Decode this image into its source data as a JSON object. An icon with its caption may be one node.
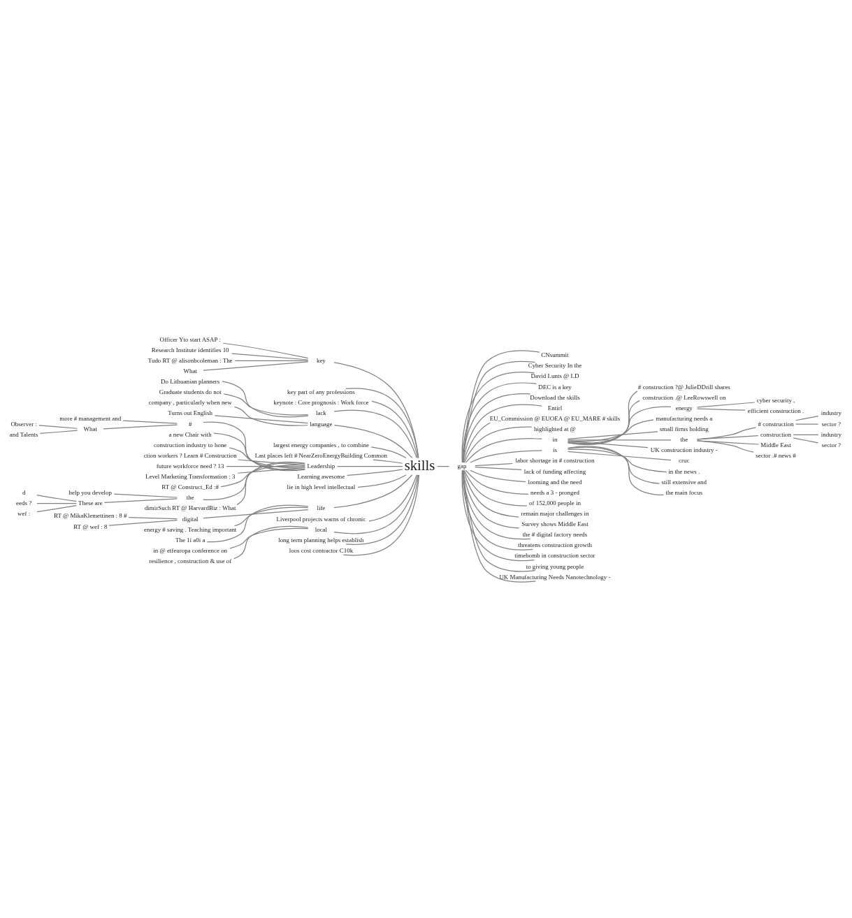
{
  "diagram": {
    "nodes": [
      {
        "text": [
          "Officer Yto start ASAP :"
        ]
      },
      {
        "text": [
          "Research Institute identifies 10"
        ]
      },
      {
        "text": [
          "Tudo RT @ alisonbcoleman : The"
        ]
      },
      {
        "text": [
          "What"
        ]
      },
      {
        "text": [
          "key"
        ]
      },
      {
        "text": [
          "key part of any professions"
        ]
      },
      {
        "text": [
          "keynote : Core prognosis : Work force"
        ]
      },
      {
        "text": [
          "Do Lithuanian planners"
        ]
      },
      {
        "text": [
          "Graduate students do not"
        ]
      },
      {
        "text": [
          "lack"
        ]
      },
      {
        "text": [
          "company , particularly when new"
        ]
      },
      {
        "text": [
          "Turns out English"
        ]
      },
      {
        "text": [
          "language"
        ]
      },
      {
        "text": [
          "largest energy companies , to combine"
        ]
      },
      {
        "text": [
          "Last places left # NearZeroEnergyBuilding Common"
        ]
      },
      {
        "text": [
          "more # management and"
        ]
      },
      {
        "text": [
          "Observer :"
        ]
      },
      {
        "text": [
          "and Talents"
        ]
      },
      {
        "text": [
          "What"
        ]
      },
      {
        "text": [
          "#"
        ]
      },
      {
        "text": [
          "a new Chair with"
        ]
      },
      {
        "text": [
          "construction industry to hone"
        ]
      },
      {
        "text": [
          "ction workers ? Learn # Construction"
        ]
      },
      {
        "text": [
          "future workforce need ? 13"
        ]
      },
      {
        "text": [
          "Level Marketing Transformation : 3"
        ]
      },
      {
        "text": [
          "RT @ Construct_Ed :#"
        ]
      },
      {
        "text": [
          "help you develop"
        ]
      },
      {
        "text": [
          "d"
        ]
      },
      {
        "text": [
          "eeds ?"
        ]
      },
      {
        "text": [
          "wef :"
        ]
      },
      {
        "text": [
          "These are"
        ]
      },
      {
        "text": [
          "the"
        ]
      },
      {
        "text": [
          "dimirSuch RT @ HarvardBiz : What"
        ]
      },
      {
        "text": [
          "Leadership"
        ]
      },
      {
        "text": [
          "Learning awesome"
        ]
      },
      {
        "text": [
          "lie in high level intellectual"
        ]
      },
      {
        "text": [
          "RT @ MikaKlemettinen : 8 #"
        ]
      },
      {
        "text": [
          "RT @ wef : 8"
        ]
      },
      {
        "text": [
          "digital"
        ]
      },
      {
        "text": [
          "energy # saving . Teaching important"
        ]
      },
      {
        "text": [
          "The 1i a0i a"
        ]
      },
      {
        "text": [
          "life"
        ]
      },
      {
        "text": [
          "Liverpool projects warns of chronic"
        ]
      },
      {
        "text": [
          "in @ etfeuropa conference on"
        ]
      },
      {
        "text": [
          "resilience , construction & use of"
        ]
      },
      {
        "text": [
          "local"
        ]
      },
      {
        "text": [
          "long term planning helps establish"
        ]
      },
      {
        "text": [
          "loos cost contractor C10k"
        ]
      },
      {
        "text": [
          "skills"
        ]
      },
      {
        "text": [
          "gap"
        ]
      },
      {
        "text": [
          "CNsummit"
        ]
      },
      {
        "text": [
          "Cyber Security In the"
        ]
      },
      {
        "text": [
          "David Lunts @ LD"
        ]
      },
      {
        "text": [
          "DEC is a key"
        ]
      },
      {
        "text": [
          "Download the skills"
        ]
      },
      {
        "text": [
          "Entirl"
        ]
      },
      {
        "text": [
          "EU_Commission @ EUOEA @ EU_MARE # skills"
        ]
      },
      {
        "text": [
          "highlighted at @"
        ]
      },
      {
        "text": [
          "in"
        ]
      },
      {
        "text": [
          "# construction ?@ JulieDDrill shares"
        ]
      },
      {
        "text": [
          "construction .@ LeeRowswell on"
        ]
      },
      {
        "text": [
          "energy"
        ]
      },
      {
        "text": [
          "cyber security ,"
        ]
      },
      {
        "text": [
          "efficient construction ."
        ]
      },
      {
        "text": [
          "manufacturing needs a"
        ]
      },
      {
        "text": [
          "small firms holding"
        ]
      },
      {
        "text": [
          "the"
        ]
      },
      {
        "text": [
          "# construction"
        ]
      },
      {
        "text": [
          "industry"
        ]
      },
      {
        "text": [
          "sector ?"
        ]
      },
      {
        "text": [
          "construction"
        ]
      },
      {
        "text": [
          "industry"
        ]
      },
      {
        "text": [
          "sector ?"
        ]
      },
      {
        "text": [
          "Middle East"
        ]
      },
      {
        "text": [
          "sector .# news #"
        ]
      },
      {
        "text": [
          "UK construction industry -"
        ]
      },
      {
        "text": [
          "is"
        ]
      },
      {
        "text": [
          "cruc"
        ]
      },
      {
        "text": [
          "in the news ."
        ]
      },
      {
        "text": [
          "still extensive and"
        ]
      },
      {
        "text": [
          "the main focus"
        ]
      },
      {
        "text": [
          "labor shortage in # construction"
        ]
      },
      {
        "text": [
          "lack of funding affecting"
        ]
      },
      {
        "text": [
          "looming and the need"
        ]
      },
      {
        "text": [
          "needs a 3 - pronged"
        ]
      },
      {
        "text": [
          "of 152,000 people in"
        ]
      },
      {
        "text": [
          "remain major challenges in"
        ]
      },
      {
        "text": [
          "Survey shows Middle East"
        ]
      },
      {
        "text": [
          "the # digital factory needs"
        ]
      },
      {
        "text": [
          "threatens construction growth"
        ]
      },
      {
        "text": [
          "timebomb in construction sector"
        ]
      },
      {
        "text": [
          "to giving young people"
        ]
      },
      {
        "text": [
          "UK Manufacturing Needs Nanotechnology -"
        ]
      }
    ],
    "edges": [
      {
        "from": 0,
        "to": 4,
        "arrow": "none"
      },
      {
        "from": 1,
        "to": 4,
        "arrow": "none"
      },
      {
        "from": 2,
        "to": 4,
        "arrow": "none"
      },
      {
        "from": 3,
        "to": 4,
        "arrow": "none"
      },
      {
        "from": 4,
        "to": 48,
        "arrow": "none"
      },
      {
        "from": 5,
        "to": 48,
        "arrow": "none"
      },
      {
        "from": 6,
        "to": 48,
        "arrow": "none"
      },
      {
        "from": 7,
        "to": 9,
        "arrow": "none"
      },
      {
        "from": 8,
        "to": 9,
        "arrow": "none"
      },
      {
        "from": 9,
        "to": 48,
        "arrow": "none"
      },
      {
        "from": 10,
        "to": 12,
        "arrow": "none"
      },
      {
        "from": 11,
        "to": 12,
        "arrow": "none"
      },
      {
        "from": 12,
        "to": 48,
        "arrow": "none"
      },
      {
        "from": 13,
        "to": 48,
        "arrow": "none"
      },
      {
        "from": 14,
        "to": 48,
        "arrow": "none"
      },
      {
        "from": 15,
        "to": 19,
        "arrow": "none"
      },
      {
        "from": 16,
        "to": 18,
        "arrow": "none"
      },
      {
        "from": 17,
        "to": 18,
        "arrow": "none"
      },
      {
        "from": 18,
        "to": 19,
        "arrow": "none"
      },
      {
        "from": 19,
        "to": 33,
        "arrow": "none"
      },
      {
        "from": 20,
        "to": 33,
        "arrow": "none"
      },
      {
        "from": 21,
        "to": 33,
        "arrow": "none"
      },
      {
        "from": 22,
        "to": 33,
        "arrow": "none"
      },
      {
        "from": 23,
        "to": 33,
        "arrow": "none"
      },
      {
        "from": 24,
        "to": 33,
        "arrow": "none"
      },
      {
        "from": 25,
        "to": 33,
        "arrow": "none"
      },
      {
        "from": 26,
        "to": 31,
        "arrow": "none"
      },
      {
        "from": 27,
        "to": 30,
        "arrow": "none"
      },
      {
        "from": 28,
        "to": 30,
        "arrow": "none"
      },
      {
        "from": 29,
        "to": 30,
        "arrow": "none"
      },
      {
        "from": 30,
        "to": 31,
        "arrow": "none"
      },
      {
        "from": 31,
        "to": 33,
        "arrow": "none"
      },
      {
        "from": 32,
        "to": 33,
        "arrow": "none"
      },
      {
        "from": 33,
        "to": 48,
        "arrow": "none"
      },
      {
        "from": 34,
        "to": 48,
        "arrow": "none"
      },
      {
        "from": 35,
        "to": 48,
        "arrow": "none"
      },
      {
        "from": 36,
        "to": 38,
        "arrow": "none"
      },
      {
        "from": 37,
        "to": 38,
        "arrow": "none"
      },
      {
        "from": 38,
        "to": 41,
        "arrow": "none"
      },
      {
        "from": 39,
        "to": 41,
        "arrow": "none"
      },
      {
        "from": 40,
        "to": 41,
        "arrow": "none"
      },
      {
        "from": 41,
        "to": 48,
        "arrow": "none"
      },
      {
        "from": 42,
        "to": 48,
        "arrow": "none"
      },
      {
        "from": 43,
        "to": 45,
        "arrow": "none"
      },
      {
        "from": 44,
        "to": 45,
        "arrow": "none"
      },
      {
        "from": 45,
        "to": 48,
        "arrow": "none"
      },
      {
        "from": 46,
        "to": 48,
        "arrow": "none"
      },
      {
        "from": 47,
        "to": 48,
        "arrow": "none"
      },
      {
        "from": 48,
        "to": 49,
        "arrow": "none"
      },
      {
        "from": 49,
        "to": 50,
        "arrow": "none"
      },
      {
        "from": 49,
        "to": 51,
        "arrow": "none"
      },
      {
        "from": 49,
        "to": 52,
        "arrow": "none"
      },
      {
        "from": 49,
        "to": 53,
        "arrow": "none"
      },
      {
        "from": 49,
        "to": 54,
        "arrow": "none"
      },
      {
        "from": 49,
        "to": 55,
        "arrow": "none"
      },
      {
        "from": 49,
        "to": 56,
        "arrow": "none"
      },
      {
        "from": 49,
        "to": 57,
        "arrow": "none"
      },
      {
        "from": 49,
        "to": 58,
        "arrow": "none"
      },
      {
        "from": 58,
        "to": 59,
        "arrow": "none"
      },
      {
        "from": 58,
        "to": 60,
        "arrow": "none"
      },
      {
        "from": 58,
        "to": 61,
        "arrow": "none"
      },
      {
        "from": 61,
        "to": 62,
        "arrow": "none"
      },
      {
        "from": 61,
        "to": 63,
        "arrow": "none"
      },
      {
        "from": 58,
        "to": 64,
        "arrow": "none"
      },
      {
        "from": 58,
        "to": 65,
        "arrow": "none"
      },
      {
        "from": 58,
        "to": 66,
        "arrow": "none"
      },
      {
        "from": 66,
        "to": 67,
        "arrow": "none"
      },
      {
        "from": 67,
        "to": 68,
        "arrow": "none"
      },
      {
        "from": 67,
        "to": 69,
        "arrow": "none"
      },
      {
        "from": 66,
        "to": 70,
        "arrow": "none"
      },
      {
        "from": 70,
        "to": 71,
        "arrow": "none"
      },
      {
        "from": 70,
        "to": 72,
        "arrow": "none"
      },
      {
        "from": 66,
        "to": 73,
        "arrow": "none"
      },
      {
        "from": 66,
        "to": 74,
        "arrow": "none"
      },
      {
        "from": 58,
        "to": 75,
        "arrow": "none"
      },
      {
        "from": 49,
        "to": 76,
        "arrow": "none"
      },
      {
        "from": 76,
        "to": 77,
        "arrow": "none"
      },
      {
        "from": 76,
        "to": 78,
        "arrow": "none"
      },
      {
        "from": 76,
        "to": 79,
        "arrow": "none"
      },
      {
        "from": 76,
        "to": 80,
        "arrow": "none"
      },
      {
        "from": 49,
        "to": 81,
        "arrow": "none"
      },
      {
        "from": 49,
        "to": 82,
        "arrow": "none"
      },
      {
        "from": 49,
        "to": 83,
        "arrow": "none"
      },
      {
        "from": 49,
        "to": 84,
        "arrow": "none"
      },
      {
        "from": 49,
        "to": 85,
        "arrow": "none"
      },
      {
        "from": 49,
        "to": 86,
        "arrow": "none"
      },
      {
        "from": 49,
        "to": 87,
        "arrow": "none"
      },
      {
        "from": 49,
        "to": 88,
        "arrow": "none"
      },
      {
        "from": 49,
        "to": 89,
        "arrow": "none"
      },
      {
        "from": 49,
        "to": 90,
        "arrow": "none"
      },
      {
        "from": 49,
        "to": 91,
        "arrow": "none"
      },
      {
        "from": 49,
        "to": 92,
        "arrow": "none"
      }
    ]
  }
}
